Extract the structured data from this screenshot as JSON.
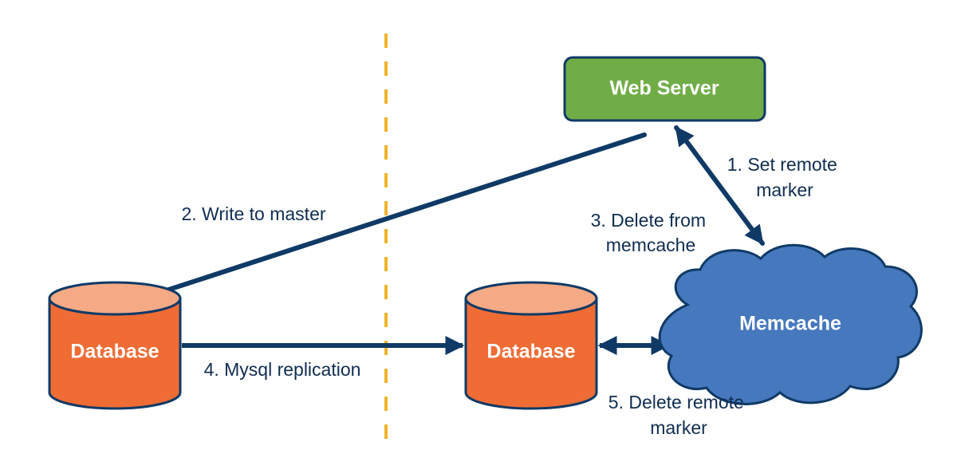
{
  "diagram": {
    "colors": {
      "arrow": "#0f3a66",
      "divider": "#f0b429",
      "web_server_fill": "#70ad47",
      "web_server_stroke": "#0f3a66",
      "database_body": "#ef6c35",
      "database_top": "#f5a985",
      "database_stroke": "#0f3a66",
      "memcache_fill": "#4678be",
      "memcache_stroke": "#0f3a66",
      "label_text": "#0f2d52"
    },
    "nodes": {
      "web_server": "Web Server",
      "database_master": "Database",
      "database_replica": "Database",
      "memcache": "Memcache"
    },
    "edges": {
      "set_remote_marker": [
        "1. Set remote",
        "marker"
      ],
      "write_to_master": [
        "2. Write to master"
      ],
      "delete_from_memcache": [
        "3. Delete from",
        "memcache"
      ],
      "mysql_replication": [
        "4. Mysql replication"
      ],
      "delete_remote_marker": [
        "5. Delete remote",
        "marker"
      ]
    }
  }
}
